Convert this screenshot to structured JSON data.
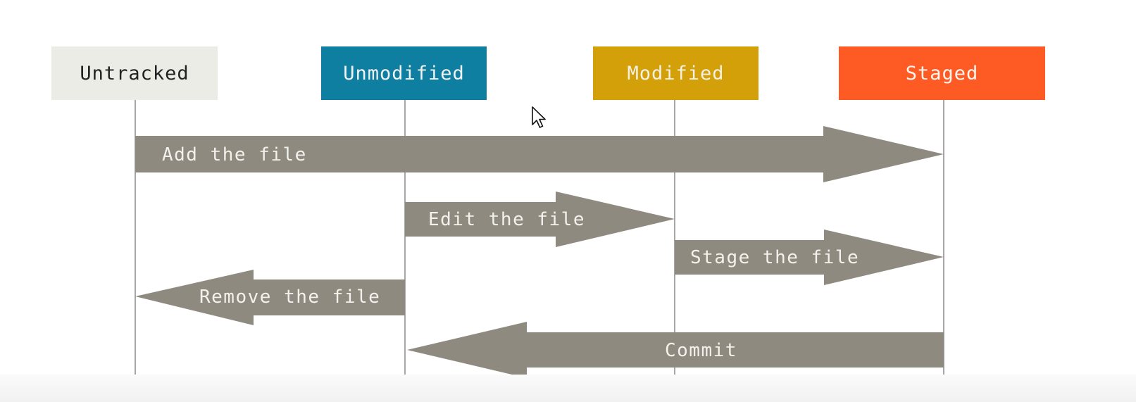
{
  "states": [
    {
      "id": "untracked",
      "label": "Untracked",
      "bg": "#ecece6",
      "fg": "#222222"
    },
    {
      "id": "unmodified",
      "label": "Unmodified",
      "bg": "#0f7fa1",
      "fg": "#f2f2f2"
    },
    {
      "id": "modified",
      "label": "Modified",
      "bg": "#d3a00a",
      "fg": "#f4f0e2"
    },
    {
      "id": "staged",
      "label": "Staged",
      "bg": "#fd5a24",
      "fg": "#fff4ee"
    }
  ],
  "transitions": [
    {
      "id": "add-the-file",
      "label": "Add the file",
      "from": "untracked",
      "to": "staged"
    },
    {
      "id": "edit-the-file",
      "label": "Edit the file",
      "from": "unmodified",
      "to": "modified"
    },
    {
      "id": "stage-the-file",
      "label": "Stage the file",
      "from": "modified",
      "to": "staged"
    },
    {
      "id": "remove-the-file",
      "label": "Remove the file",
      "from": "unmodified",
      "to": "untracked"
    },
    {
      "id": "commit",
      "label": "Commit",
      "from": "staged",
      "to": "unmodified"
    }
  ],
  "colors": {
    "arrow": "#8f8a80",
    "lifeline": "#a7a7a7",
    "arrow_text": "#f3f1ec"
  }
}
